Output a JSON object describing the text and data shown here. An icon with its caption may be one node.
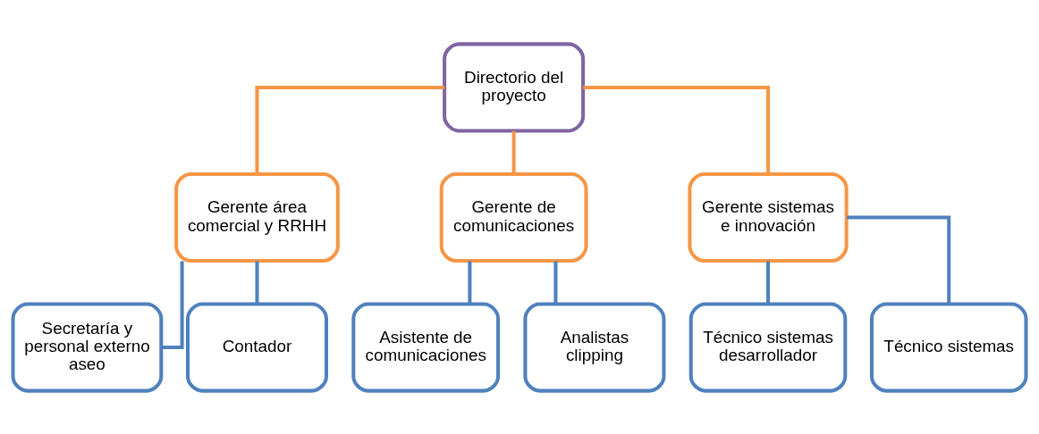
{
  "diagram": {
    "nodes": [
      {
        "text": [
          "Directorio del proyecto"
        ]
      },
      {
        "text": [
          "Gerente área comercial y RRHH"
        ]
      },
      {
        "text": [
          "Gerente de comunicaciones"
        ]
      },
      {
        "text": [
          "Gerente sistemas e innovación"
        ]
      },
      {
        "text": [
          "Secretaría y personal externo aseo"
        ]
      },
      {
        "text": [
          "Contador"
        ]
      },
      {
        "text": [
          "Asistente de comunicaciones"
        ]
      },
      {
        "text": [
          "Analistas clipping"
        ]
      },
      {
        "text": [
          "Técnico sistemas desarrollador"
        ]
      },
      {
        "text": [
          "Técnico sistemas"
        ]
      }
    ],
    "edges": [
      {
        "from": 0,
        "to": 1,
        "arrow": "none",
        "color": "#f79646"
      },
      {
        "from": 0,
        "to": 2,
        "arrow": "none",
        "color": "#f79646"
      },
      {
        "from": 0,
        "to": 3,
        "arrow": "none",
        "color": "#f79646"
      },
      {
        "from": 1,
        "to": 4,
        "arrow": "none"
      },
      {
        "from": 1,
        "to": 5,
        "arrow": "none"
      },
      {
        "from": 2,
        "to": 6,
        "arrow": "none"
      },
      {
        "from": 2,
        "to": 7,
        "arrow": "none"
      },
      {
        "from": 3,
        "to": 8,
        "arrow": "none"
      },
      {
        "from": 3,
        "to": 9,
        "arrow": "none"
      }
    ]
  }
}
